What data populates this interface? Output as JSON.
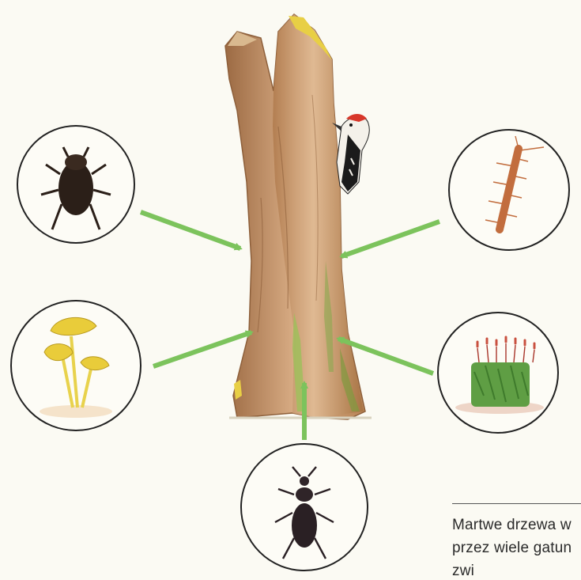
{
  "diagram": {
    "center": {
      "name": "dead-tree-trunk",
      "bird": "woodpecker"
    },
    "organisms": [
      {
        "id": "beetle-bark",
        "icon": "bark-beetle-icon"
      },
      {
        "id": "centipede",
        "icon": "centipede-icon"
      },
      {
        "id": "fungi",
        "icon": "mushroom-icon"
      },
      {
        "id": "moss",
        "icon": "moss-icon"
      },
      {
        "id": "ground-beetle",
        "icon": "ground-beetle-icon"
      }
    ],
    "arrow_color": "#7cc35c"
  },
  "caption": {
    "lines": [
      "Martwe drzewa w",
      "przez wiele gatun",
      "zwi"
    ]
  }
}
